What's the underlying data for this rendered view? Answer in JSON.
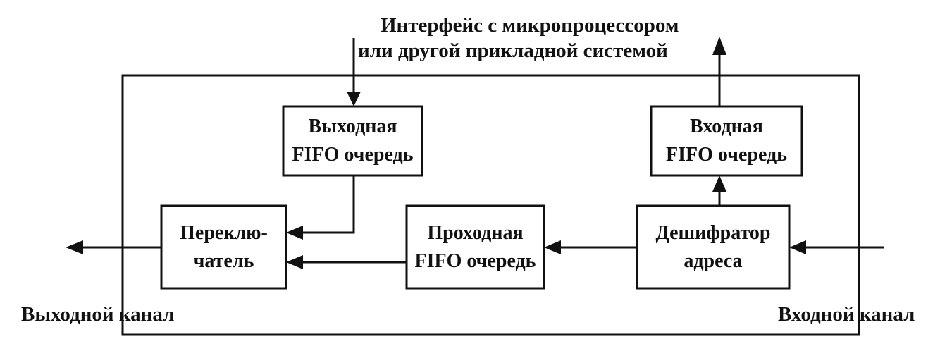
{
  "interface": {
    "line1": "Интерфейс с микропроцессором",
    "line2": "или другой прикладной системой"
  },
  "blocks": {
    "output_fifo": {
      "line1": "Выходная",
      "line2": "FIFO очередь"
    },
    "input_fifo": {
      "line1": "Входная",
      "line2": "FIFO очередь"
    },
    "switch": {
      "line1": "Переклю-",
      "line2": "чатель"
    },
    "pass_fifo": {
      "line1": "Проходная",
      "line2": "FIFO очередь"
    },
    "decoder": {
      "line1": "Дешифратор",
      "line2": "адреса"
    }
  },
  "channels": {
    "output": "Выходной канал",
    "input": "Входной канал"
  }
}
